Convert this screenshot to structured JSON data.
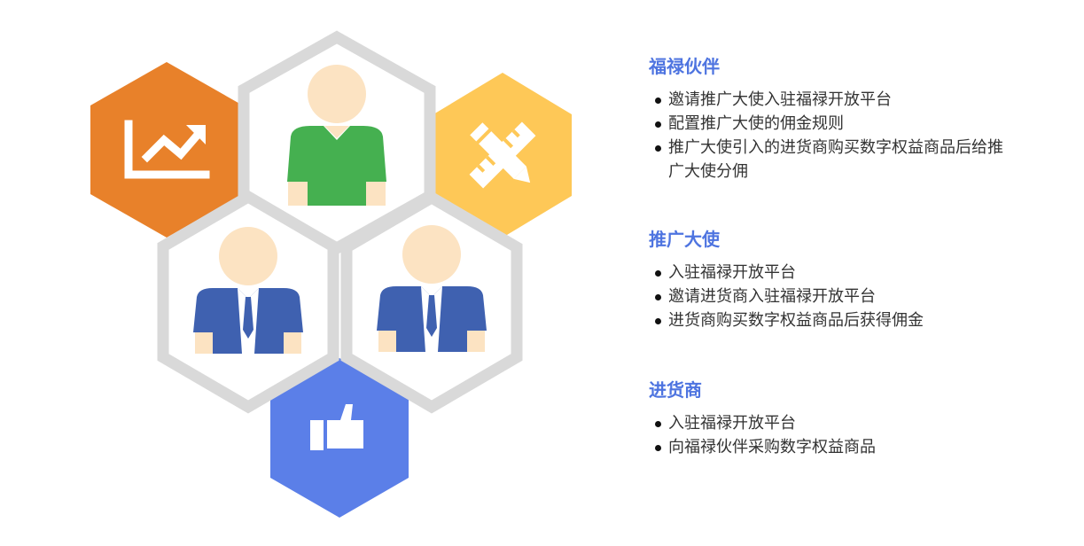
{
  "colors": {
    "orange": "#E8812A",
    "yellow": "#FEC857",
    "blue": "#5B7FE8",
    "gray_frame": "#D9D9D9",
    "green_shirt": "#45B050",
    "blue_suit": "#3F61B0",
    "skin": "#FCE3C2",
    "title": "#4E74E0",
    "white": "#FFFFFF"
  },
  "icons": {
    "orange": "chart-trend-up-icon",
    "yellow": "pencil-ruler-icon",
    "blue": "thumbs-up-icon",
    "top": "person-green-shirt-icon",
    "left": "person-blue-suit-icon",
    "right": "person-blue-suit-icon"
  },
  "roles": [
    {
      "title": "福禄伙伴",
      "items": [
        "邀请推广大使入驻福禄开放平台",
        "配置推广大使的佣金规则",
        "推广大使引入的进货商购买数字权益商品后给推广大使分佣"
      ]
    },
    {
      "title": "推广大使",
      "items": [
        "入驻福禄开放平台",
        "邀请进货商入驻福禄开放平台",
        "进货商购买数字权益商品后获得佣金"
      ]
    },
    {
      "title": "进货商",
      "items": [
        "入驻福禄开放平台",
        "向福禄伙伴采购数字权益商品"
      ]
    }
  ]
}
